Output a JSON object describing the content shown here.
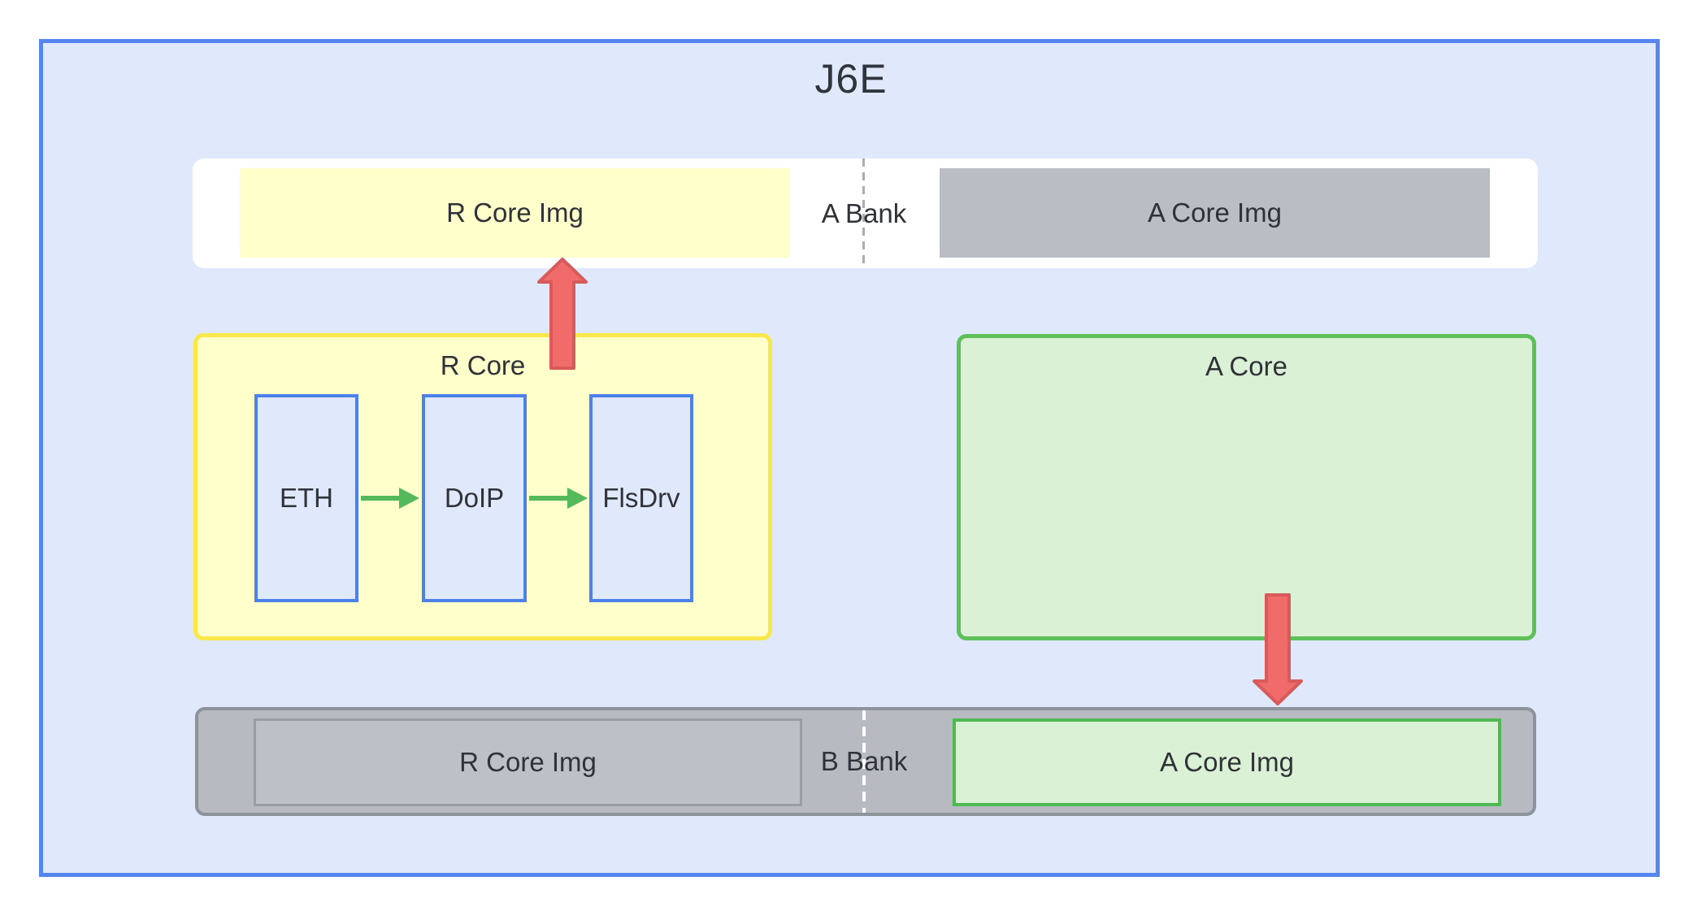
{
  "title": "J6E",
  "top_bank": {
    "label": "A Bank",
    "left_image": "R Core Img",
    "right_image": "A Core Img"
  },
  "r_core": {
    "label": "R Core",
    "modules": [
      "ETH",
      "DoIP",
      "FlsDrv"
    ]
  },
  "a_core": {
    "label": "A Core"
  },
  "bottom_bank": {
    "label": "B Bank",
    "left_image": "R Core Img",
    "right_image": "A Core Img"
  },
  "colors": {
    "frame_border": "#5586ef",
    "frame_fill": "#e0e8fc",
    "active_bank_fill": "#ffffff",
    "inactive_bank_fill": "#b7bac1",
    "r_core_fill": "#ffffcc",
    "r_core_border": "#f8e84a",
    "module_fill": "#e0e8fc",
    "module_border": "#4c80ea",
    "a_core_fill": "#daf1d6",
    "a_core_border": "#5ec05b",
    "inactive_image_gray": "#b9bdc4",
    "copy_arrow_red": "#f16b6b",
    "flow_arrow_green": "#53b95a"
  }
}
